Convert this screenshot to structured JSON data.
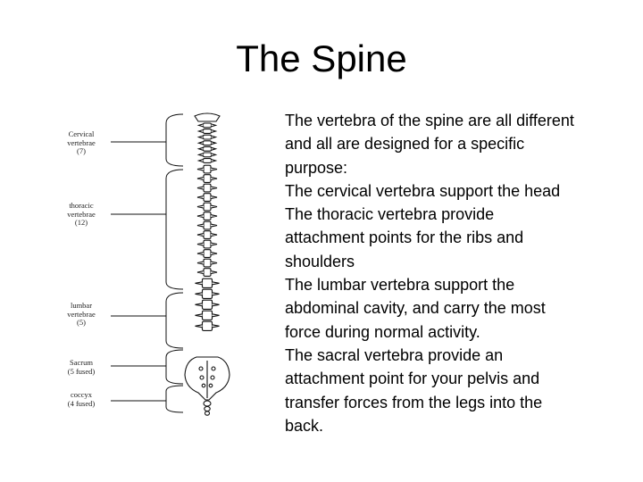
{
  "slide": {
    "title": "The Spine",
    "figure": {
      "labels": [
        {
          "name": "Cervical",
          "line2": "vertebrae",
          "count": "(7)"
        },
        {
          "name": "thoracic",
          "line2": "vertebrae",
          "count": "(12)"
        },
        {
          "name": "lumbar",
          "line2": "vertebrae",
          "count": "(5)"
        },
        {
          "name": "Sacrum",
          "line2": "(5 fused)"
        },
        {
          "name": "coccyx",
          "line2": "(4 fused)"
        }
      ]
    },
    "text_lines": [
      "The vertebra of the spine are all different",
      "and all are designed for a specific",
      "purpose:",
      "The cervical vertebra support the head",
      "The thoracic vertebra provide",
      "attachment points for the ribs and",
      "shoulders",
      "The lumbar vertebra support the",
      "abdominal cavity, and carry the most",
      "force during normal activity.",
      "The sacral vertebra provide an",
      "attachment point for your pelvis and",
      "transfer forces from the legs into the",
      "back."
    ]
  }
}
